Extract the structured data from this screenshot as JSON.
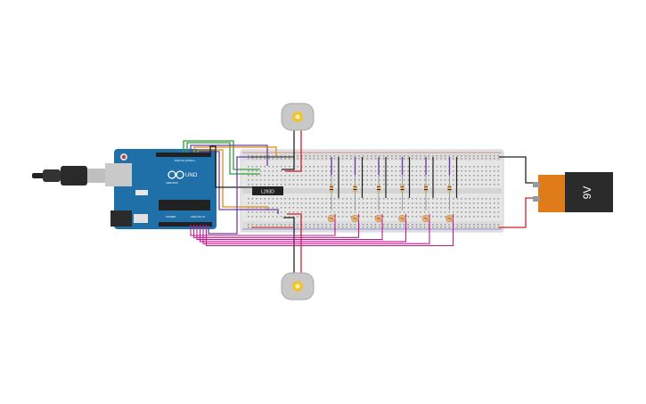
{
  "arduino": {
    "model_label": "UNO",
    "brand_label": "ARDUINO",
    "digital_header_label": "DIGITAL (PWM~)",
    "analog_header_label": "ANALOG IN",
    "power_header_label": "POWER"
  },
  "driver_chip": {
    "label": "L293D"
  },
  "battery": {
    "label": "9V"
  },
  "colors": {
    "board": "#1f6fa8",
    "breadboard": "#e9e9e9",
    "wire_pink": "#c2188f",
    "wire_red": "#d21f2a",
    "wire_black": "#222222",
    "wire_green": "#2f9e3a",
    "wire_orange": "#e38a12",
    "wire_purple": "#6c3fa3",
    "battery_body": "#e07b1a",
    "battery_top": "#2b2b2b",
    "motor": "#c8c8c8",
    "motor_shaft": "#f2c230"
  },
  "icons": {
    "usb_cable": "usb-cable-icon",
    "motor": "dc-motor-icon",
    "battery": "battery-9v-icon",
    "ldr": "photoresistor-icon",
    "resistor": "resistor-icon"
  },
  "counts": {
    "sensors": 6,
    "motors": 2
  }
}
